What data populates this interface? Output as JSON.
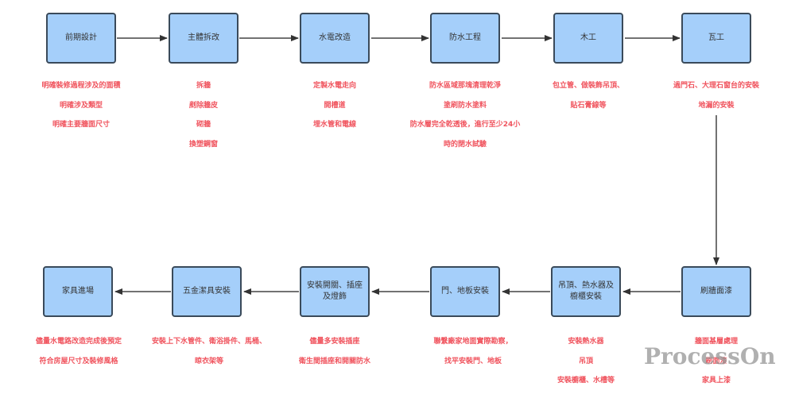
{
  "diagram": {
    "steps": [
      {
        "label": "前期設計",
        "notes": [
          "明確裝修過程涉及的面積",
          "明確涉及類型",
          "明確主要牆面尺寸"
        ]
      },
      {
        "label": "主體拆改",
        "notes": [
          "拆牆",
          "剷除牆皮",
          "砌牆",
          "換塑鋼窗"
        ]
      },
      {
        "label": "水電改造",
        "notes": [
          "定製水電走向",
          "開槽道",
          "埋水管和電線"
        ]
      },
      {
        "label": "防水工程",
        "notes": [
          "防水區域那塊清理乾淨",
          "塗刷防水塗料",
          "防水層完全乾透後，進行至少24小",
          "時的閉水試驗"
        ]
      },
      {
        "label": "木工",
        "notes": [
          "包立管、做裝飾吊頂、",
          "貼石膏線等"
        ]
      },
      {
        "label": "瓦工",
        "notes": [
          "過門石、大理石窗台的安裝",
          "地漏的安裝"
        ]
      },
      {
        "label": "刷牆面漆",
        "notes": [
          "牆面基層處理",
          "刷面漆",
          "家具上漆"
        ]
      },
      {
        "label": "吊頂、熱水器及櫥櫃安裝",
        "notes": [
          "安裝熱水器",
          "吊頂",
          "安裝櫥櫃、水槽等"
        ]
      },
      {
        "label": "門、地板安裝",
        "notes": [
          "聯繫廠家地面實際勘察，",
          "找平安裝門、地板"
        ]
      },
      {
        "label": "安裝開關、插座及燈飾",
        "notes": [
          "儘量多安裝插座",
          "衛生間插座和開關防水"
        ]
      },
      {
        "label": "五金潔具安裝",
        "notes": [
          "安裝上下水管件、衛浴掛件、馬桶、",
          "晾衣架等"
        ]
      },
      {
        "label": "家具進場",
        "notes": [
          "儘量水電路改造完成後預定",
          "符合房屋尺寸及裝修風格"
        ]
      }
    ]
  },
  "watermark": "ProcessOn",
  "colors": {
    "box_fill": "#a5cffa",
    "box_border": "#3a4a5a",
    "note_text": "#f0545e",
    "arrow": "#333333"
  }
}
